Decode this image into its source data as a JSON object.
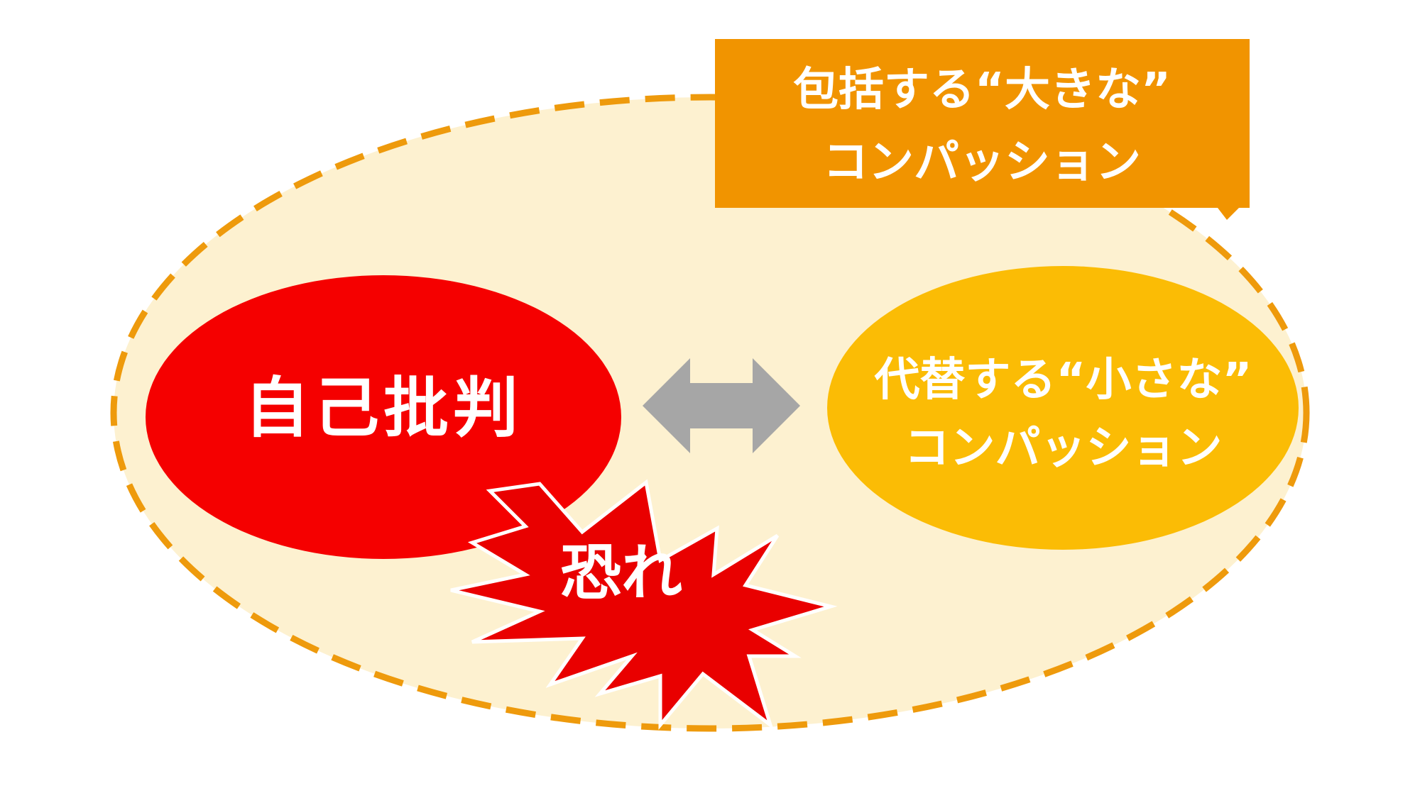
{
  "colors": {
    "outer_fill": "#fdf1d0",
    "outer_border": "#ee9a0c",
    "self_critic_fill": "#f50000",
    "fear_fill": "#e90000",
    "small_comp_fill": "#fbbc05",
    "big_comp_box_fill": "#f19400",
    "arrow": "#a6a6a6",
    "text": "#ffffff"
  },
  "nodes": {
    "self_criticism": "自己批判",
    "fear": "恐れ",
    "small_compassion": {
      "line1": "代替する“小さな”",
      "line2": "コンパッション"
    },
    "big_compassion": {
      "line1": "包括する“大きな”",
      "line2": "コンパッション"
    }
  }
}
